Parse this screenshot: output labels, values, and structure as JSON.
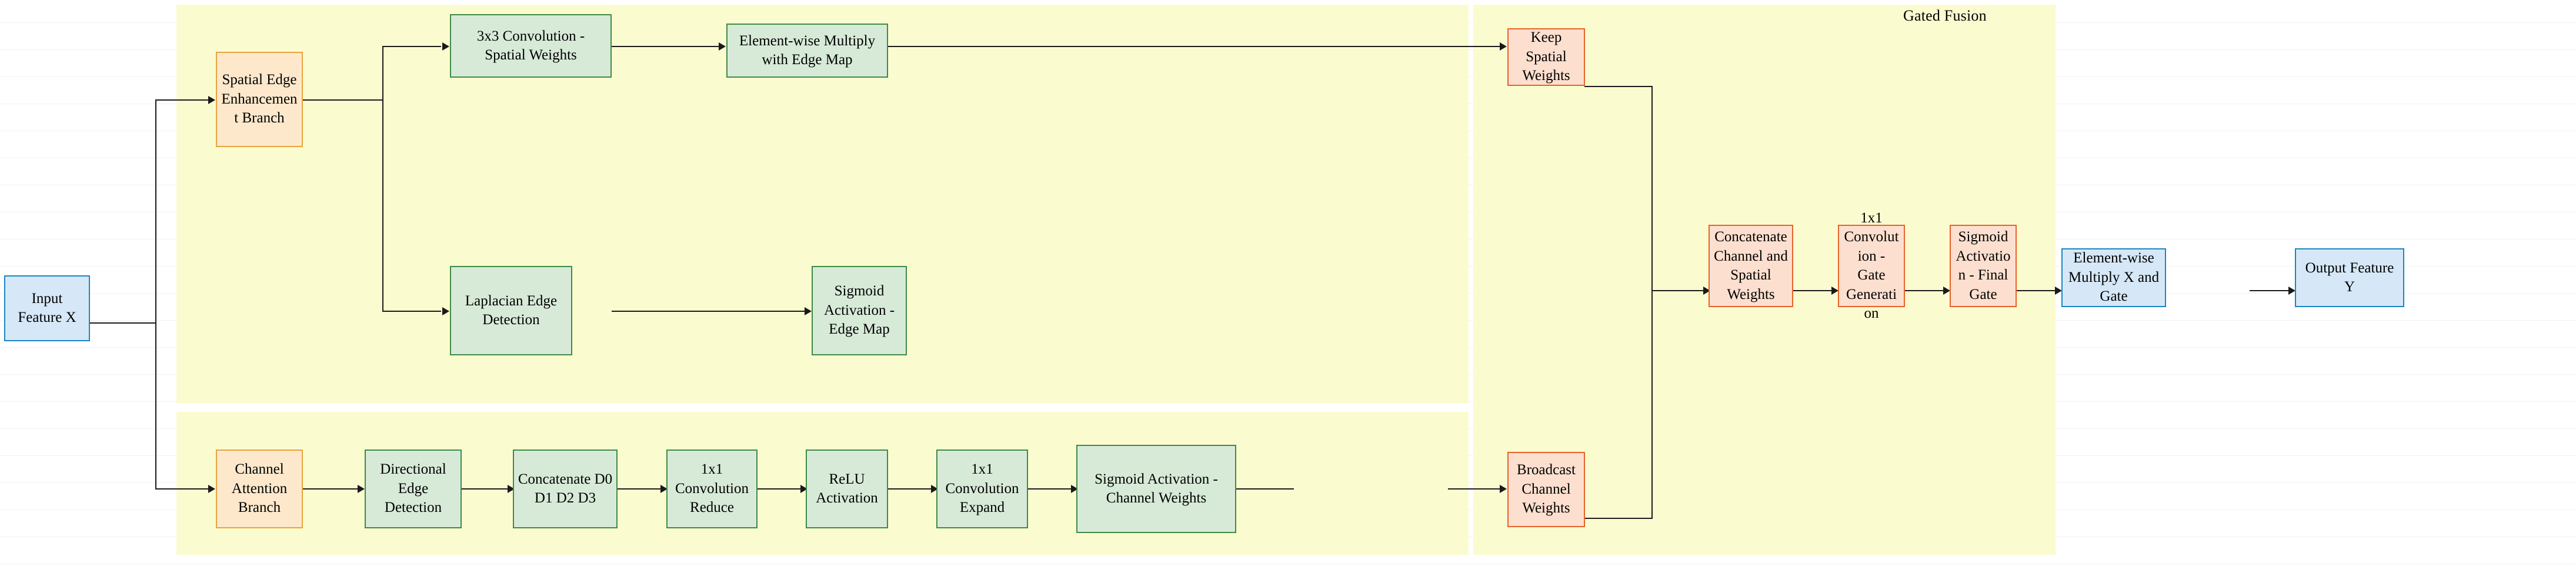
{
  "diagram": {
    "panels": [
      {
        "name": "spatial-branch-panel",
        "label": ""
      },
      {
        "name": "channel-branch-panel",
        "label": ""
      },
      {
        "name": "gated-fusion-panel",
        "label": "Gated Fusion"
      }
    ],
    "gated_fusion_label": "Gated Fusion",
    "colors": {
      "panel_fill": "#fbfbd0",
      "input_output_fill": "#d6e8f7",
      "input_output_border": "#1b84c4",
      "process_fill": "#d7ead8",
      "process_border": "#3f8a47",
      "branch_fill": "#fde8cc",
      "branch_border": "#e8a33d",
      "fusion_fill": "#fcdfcf",
      "fusion_border": "#e8622a",
      "connector": "#1a1a1a"
    },
    "nodes": {
      "input_feature": "Input Feature X",
      "spatial_edge_branch": "Spatial Edge Enhancement Branch",
      "conv3x3_spatial": "3x3 Convolution - Spatial Weights",
      "elementwise_multiply_edge": "Element-wise Multiply with Edge Map",
      "laplacian_edge": "Laplacian Edge Detection",
      "sigmoid_edge_map": "Sigmoid Activation - Edge Map",
      "channel_attention_branch": "Channel Attention Branch",
      "directional_edge": "Directional Edge Detection",
      "concat_d0d1d2d3": "Concatenate D0 D1 D2 D3",
      "conv1x1_reduce": "1x1 Convolution Reduce",
      "relu_activation": "ReLU Activation",
      "conv1x1_expand": "1x1 Convolution Expand",
      "sigmoid_channel_weights": "Sigmoid Activation - Channel Weights",
      "keep_spatial_weights": "Keep Spatial Weights",
      "broadcast_channel_weights": "Broadcast Channel Weights",
      "concat_channel_spatial": "Concatenate Channel and Spatial Weights",
      "conv1x1_gate": "1x1 Convolution - Gate Generation",
      "sigmoid_final_gate": "Sigmoid Activation - Final Gate",
      "elementwise_multiply_gate": "Element-wise Multiply X and Gate",
      "output_feature": "Output Feature Y"
    }
  }
}
